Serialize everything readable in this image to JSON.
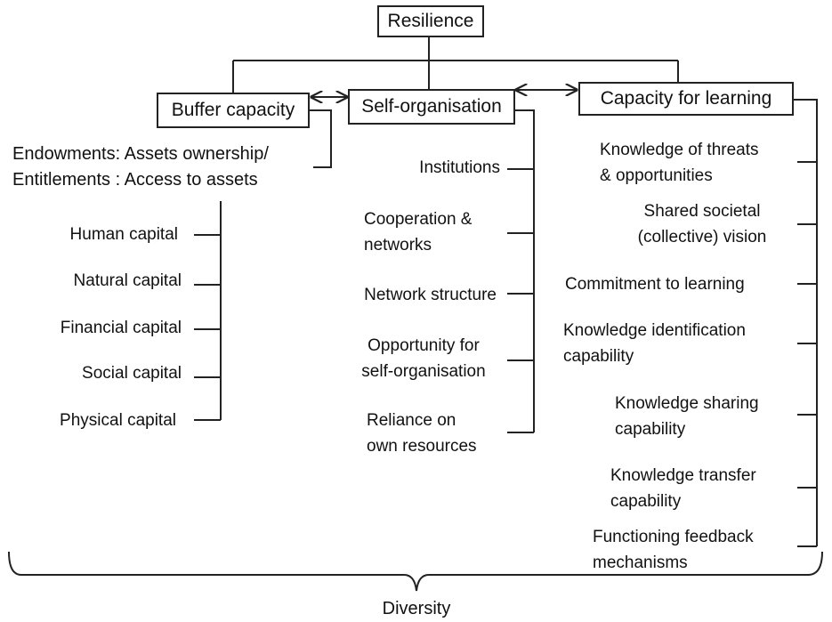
{
  "root": {
    "label": "Resilience"
  },
  "pillars": [
    {
      "label": "Buffer capacity"
    },
    {
      "label": "Self-organisation"
    },
    {
      "label": "Capacity for learning"
    }
  ],
  "buffer": {
    "endowments": [
      "Endowments: Assets ownership/",
      "Entitlements : Access to assets"
    ],
    "capitals": [
      "Human capital",
      "Natural capital",
      "Financial capital",
      "Social capital",
      "Physical capital"
    ]
  },
  "self_org": {
    "items": [
      [
        "Institutions"
      ],
      [
        "Cooperation &",
        "networks"
      ],
      [
        "Network structure"
      ],
      [
        "Opportunity for",
        "self-organisation"
      ],
      [
        "Reliance on",
        "own resources"
      ]
    ]
  },
  "learning": {
    "items": [
      [
        "Knowledge of threats",
        "& opportunities"
      ],
      [
        "Shared societal",
        "(collective) vision"
      ],
      [
        "Commitment to learning"
      ],
      [
        "Knowledge identification",
        "capability"
      ],
      [
        "Knowledge sharing",
        "capability"
      ],
      [
        "Knowledge transfer",
        "capability"
      ],
      [
        "Functioning feedback",
        "mechanisms"
      ]
    ]
  },
  "footer": {
    "label": "Diversity"
  }
}
